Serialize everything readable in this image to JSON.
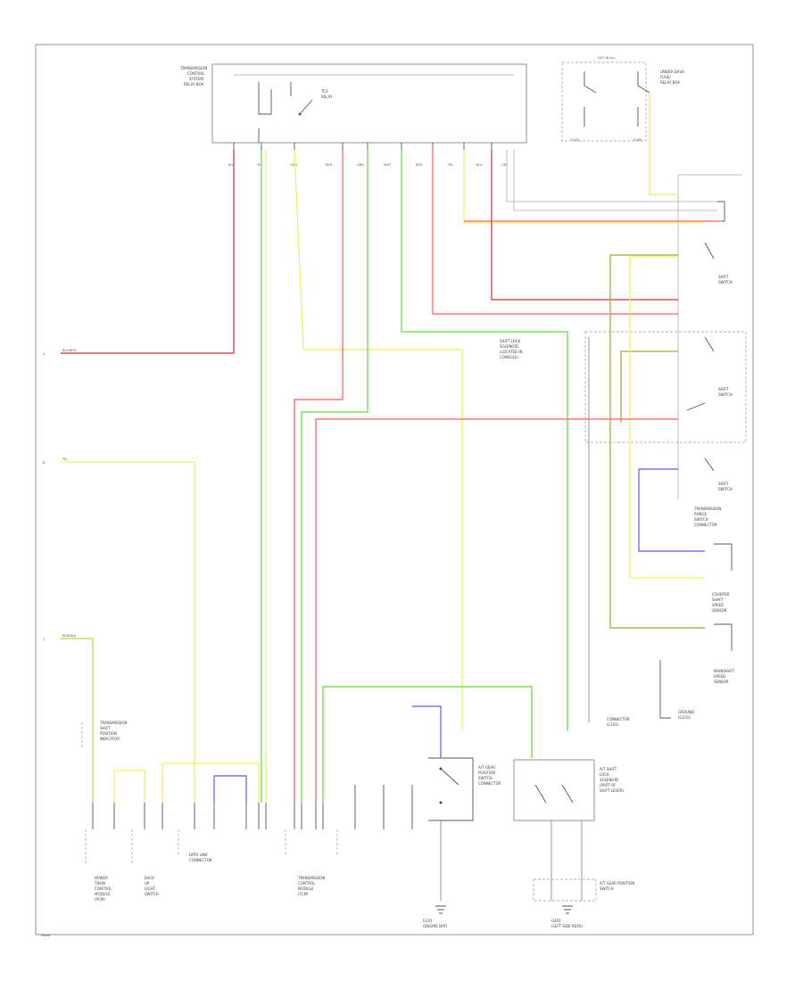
{
  "colors": {
    "red": "#ff5a5a",
    "dark_red": "#c83030",
    "green": "#5fdc3a",
    "yellow_green": "#c8d23c",
    "yellow": "#f2f05a",
    "olive": "#a4a432",
    "blue": "#5a5aff",
    "gray": "#a0a0a0",
    "frame": "#777777"
  },
  "top_module": {
    "label": [
      "TRANSMISSION",
      "CONTROL",
      "SYSTEM",
      "RELAY BOX"
    ],
    "relay_label": [
      "TCS",
      "RELAY"
    ]
  },
  "top_right_module": {
    "header": "HOT IN ALL",
    "label": [
      "UNDER-DASH",
      "FUSE/",
      "RELAY BOX"
    ],
    "fuse_left": "FUSE",
    "fuse_right": "FUSE"
  },
  "wire_labels_top": [
    "BLU",
    "YEL",
    "GRN",
    "RED",
    "GRN",
    "WHT",
    "RED",
    "YEL",
    "BLK",
    "GRY"
  ],
  "left_inputs": [
    {
      "pin": "A",
      "label": "BLK/RED"
    },
    {
      "pin": "B",
      "label": "YEL"
    },
    {
      "pin": "C",
      "label": "RED/BLK"
    }
  ],
  "right_labels": {
    "switch1": [
      "SHIFT",
      "SWITCH"
    ],
    "switch2": [
      "SHIFT",
      "SWITCH"
    ],
    "switch3": [
      "SHIFT",
      "SWITCH"
    ],
    "tcm": [
      "TRANSMISSION",
      "RANGE",
      "SWITCH",
      "CONNECTOR"
    ],
    "sensor1": [
      "COUNTER",
      "SHAFT",
      "SPEED",
      "SENSOR"
    ],
    "sensor2": [
      "MAINSHAFT",
      "SPEED",
      "SENSOR"
    ],
    "ground_note": [
      "GROUND",
      "(G101)"
    ],
    "conn_note": [
      "CONNECTOR",
      "(C101)"
    ]
  },
  "middle_note": [
    "SHIFT LOCK",
    "SOLENOID",
    "(LOCATED IN",
    "CONSOLE)"
  ],
  "bottom_left_components": [
    {
      "label": [
        "POWER",
        "TRAIN",
        "CONTROL",
        "MODULE",
        "(PCM)"
      ]
    },
    {
      "label": [
        "BACK",
        "UP",
        "LIGHT",
        "SWITCH"
      ]
    },
    {
      "label": [
        "DATA LINK",
        "CONNECTOR"
      ]
    }
  ],
  "bottom_center_component": [
    "TRANSMISSION",
    "CONTROL",
    "MODULE",
    "(TCM)"
  ],
  "left_side_note": [
    "TRANSMISSION",
    "SHIFT",
    "POSITION",
    "INDICATOR"
  ],
  "bottom_mid_note": [
    "A/T GEAR",
    "POSITION",
    "SWITCH",
    "CONNECTOR"
  ],
  "bottom_right_component": [
    "A/T SHIFT",
    "LOCK",
    "SOLENOID",
    "(PART OF",
    "SHIFT LEVER)"
  ],
  "bottom_right_note": [
    "A/T GEAR POSITION",
    "SWITCH"
  ],
  "bottom_right_ground": [
    "G401",
    "(LEFT SIDE REAR)"
  ],
  "bottom_mid_ground": [
    "G101",
    "(ENGINE BAY)"
  ],
  "corner_code": "WWW"
}
